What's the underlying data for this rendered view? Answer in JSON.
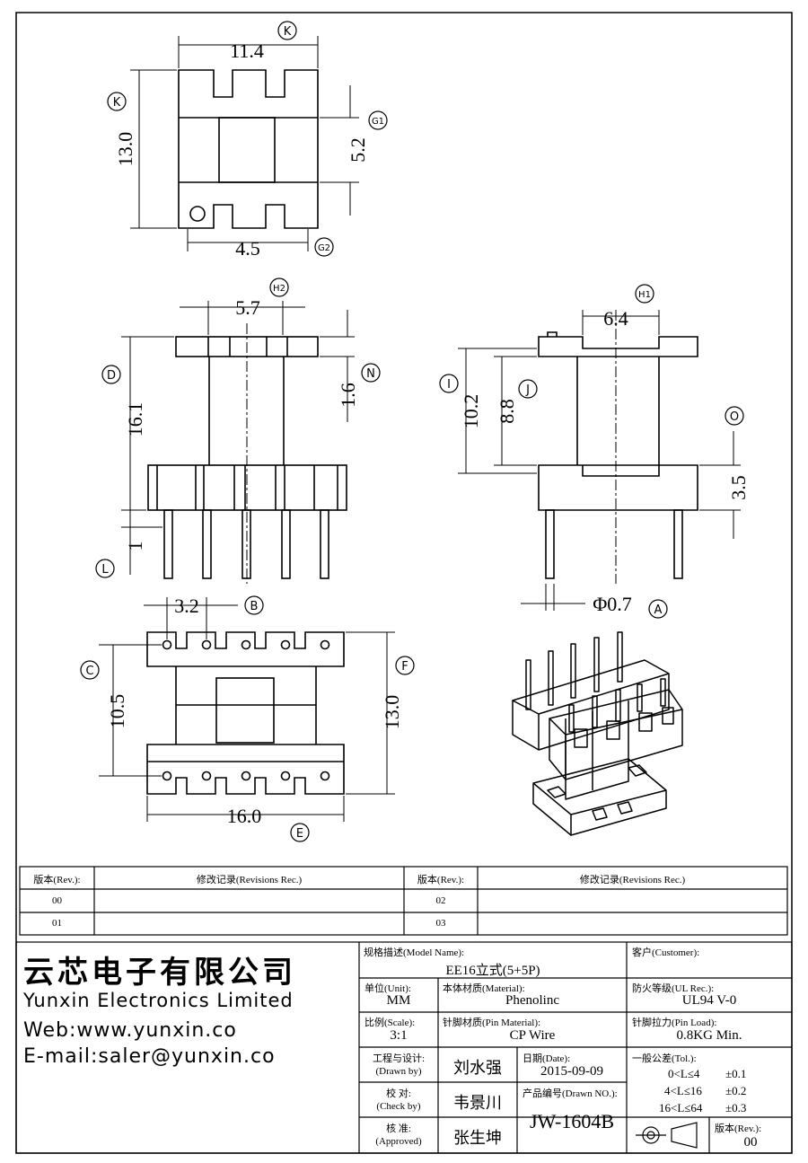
{
  "dims": {
    "k_width": "11.4",
    "k_height": "13.0",
    "g1": "5.2",
    "g2": "4.5",
    "h2": "5.7",
    "d": "16.1",
    "n": "1.6",
    "l": "1",
    "h1": "6.4",
    "i": "10.2",
    "j": "8.8",
    "o": "3.5",
    "b": "3.2",
    "c": "10.5",
    "f": "13.0",
    "e": "16.0",
    "a": "Φ0.7"
  },
  "markers": {
    "k": "K",
    "g1": "G1",
    "g2": "G2",
    "h2": "H2",
    "h1": "H1",
    "d": "D",
    "n": "N",
    "l": "L",
    "i": "I",
    "j": "J",
    "o": "O",
    "b": "B",
    "c": "C",
    "f": "F",
    "e": "E",
    "a": "A"
  },
  "revisions": {
    "rev_header": "版本(Rev.):",
    "rec_header": "修改记录(Revisions Rec.)",
    "rows": [
      "00",
      "01"
    ],
    "rows_right": [
      "02",
      "03"
    ]
  },
  "company": {
    "name_cn": "云芯电子有限公司",
    "name_en": "Yunxin Electronics Limited",
    "web": "Web:www.yunxin.co",
    "email": "E-mail:saler@yunxin.co"
  },
  "title_block": {
    "model_label": "规格描述(Model Name):",
    "model_value": "EE16立式(5+5P)",
    "customer_label": "客户(Customer):",
    "unit_label": "单位(Unit):",
    "unit_value": "MM",
    "material_label": "本体材质(Material):",
    "material_value": "Phenolinc",
    "ul_label": "防火等级(UL Rec.):",
    "ul_value": "UL94 V-0",
    "scale_label": "比例(Scale):",
    "scale_value": "3:1",
    "pin_label": "针脚材质(Pin Material):",
    "pin_value": "CP Wire",
    "load_label": "针脚拉力(Pin Load):",
    "load_value": "0.8KG Min.",
    "drawn_label": "工程与设计:",
    "drawn_sub": "(Drawn by)",
    "drawn_value": "刘水强",
    "date_label": "日期(Date):",
    "date_value": "2015-09-09",
    "check_label": "校  对:",
    "check_sub": "(Check by)",
    "check_value": "韦景川",
    "drawno_label": "产品编号(Drawn NO.):",
    "drawno_value": "JW-1604B",
    "approve_label": "核  准:",
    "approve_sub": "(Approved)",
    "approve_value": "张生坤",
    "tol_label": "一般公差(Tol.):",
    "tol_rows": [
      {
        "range": "0<L≤4",
        "tol": "±0.1"
      },
      {
        "range": "4<L≤16",
        "tol": "±0.2"
      },
      {
        "range": "16<L≤64",
        "tol": "±0.3"
      }
    ],
    "rev_label": "版本(Rev.):",
    "rev_value": "00"
  }
}
